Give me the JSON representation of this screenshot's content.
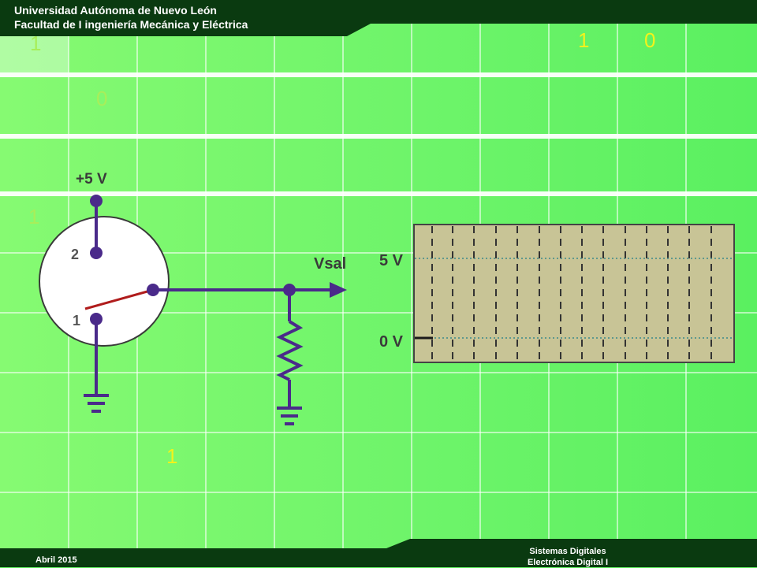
{
  "header": {
    "line1": "Universidad Autónoma de Nuevo León",
    "line2": "Facultad de I ingeniería Mecánica y Eléctrica"
  },
  "footer": {
    "date": "Abril 2015",
    "course_line1": "Sistemas Digitales",
    "course_line2": "Electrónica Digital I"
  },
  "grid_digits": {
    "top_left": "1",
    "top_right_a": "1",
    "top_right_b": "0",
    "row2": "0",
    "row4": "1",
    "bottom": "1"
  },
  "circuit": {
    "supply_label": "+5 V",
    "switch_pos2": "2",
    "switch_pos1": "1",
    "output_label": "Vsal"
  },
  "scope": {
    "label_high": "5 V",
    "label_low": "0 V"
  },
  "colors": {
    "dark_green": "#0a3a10",
    "wire_purple": "#4a2a8a",
    "switch_red": "#b01c1c",
    "scope_bg": "#c8c496"
  }
}
